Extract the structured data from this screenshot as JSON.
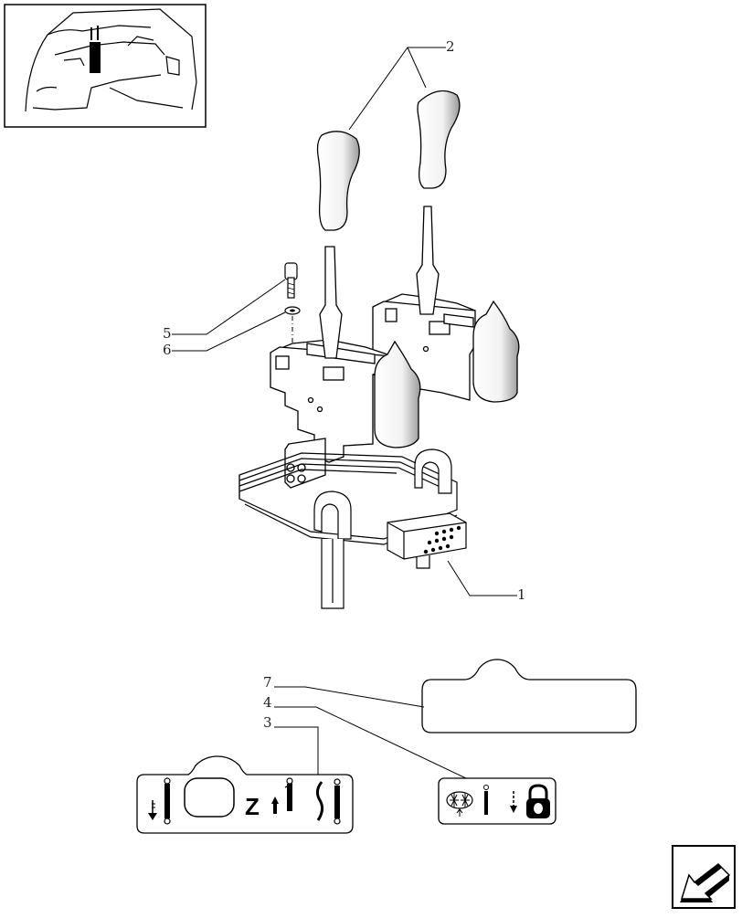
{
  "figure": {
    "callouts": {
      "c1": "1",
      "c2": "2",
      "c3": "3",
      "c4": "4",
      "c5": "5",
      "c6": "6",
      "c7": "7"
    },
    "decal_letter": "Z",
    "icons": [
      "cab-location-thumbnail",
      "lever-knob-icon",
      "bolt-icon",
      "washer-icon",
      "lever-bracket-assembly",
      "wiring-harness-icon",
      "connector-icon",
      "blank-decal-icon",
      "control-symbols-decal",
      "lock-symbols-decal",
      "next-page-arrow-icon"
    ],
    "colors": {
      "line": "#000000",
      "background": "#ffffff"
    }
  }
}
